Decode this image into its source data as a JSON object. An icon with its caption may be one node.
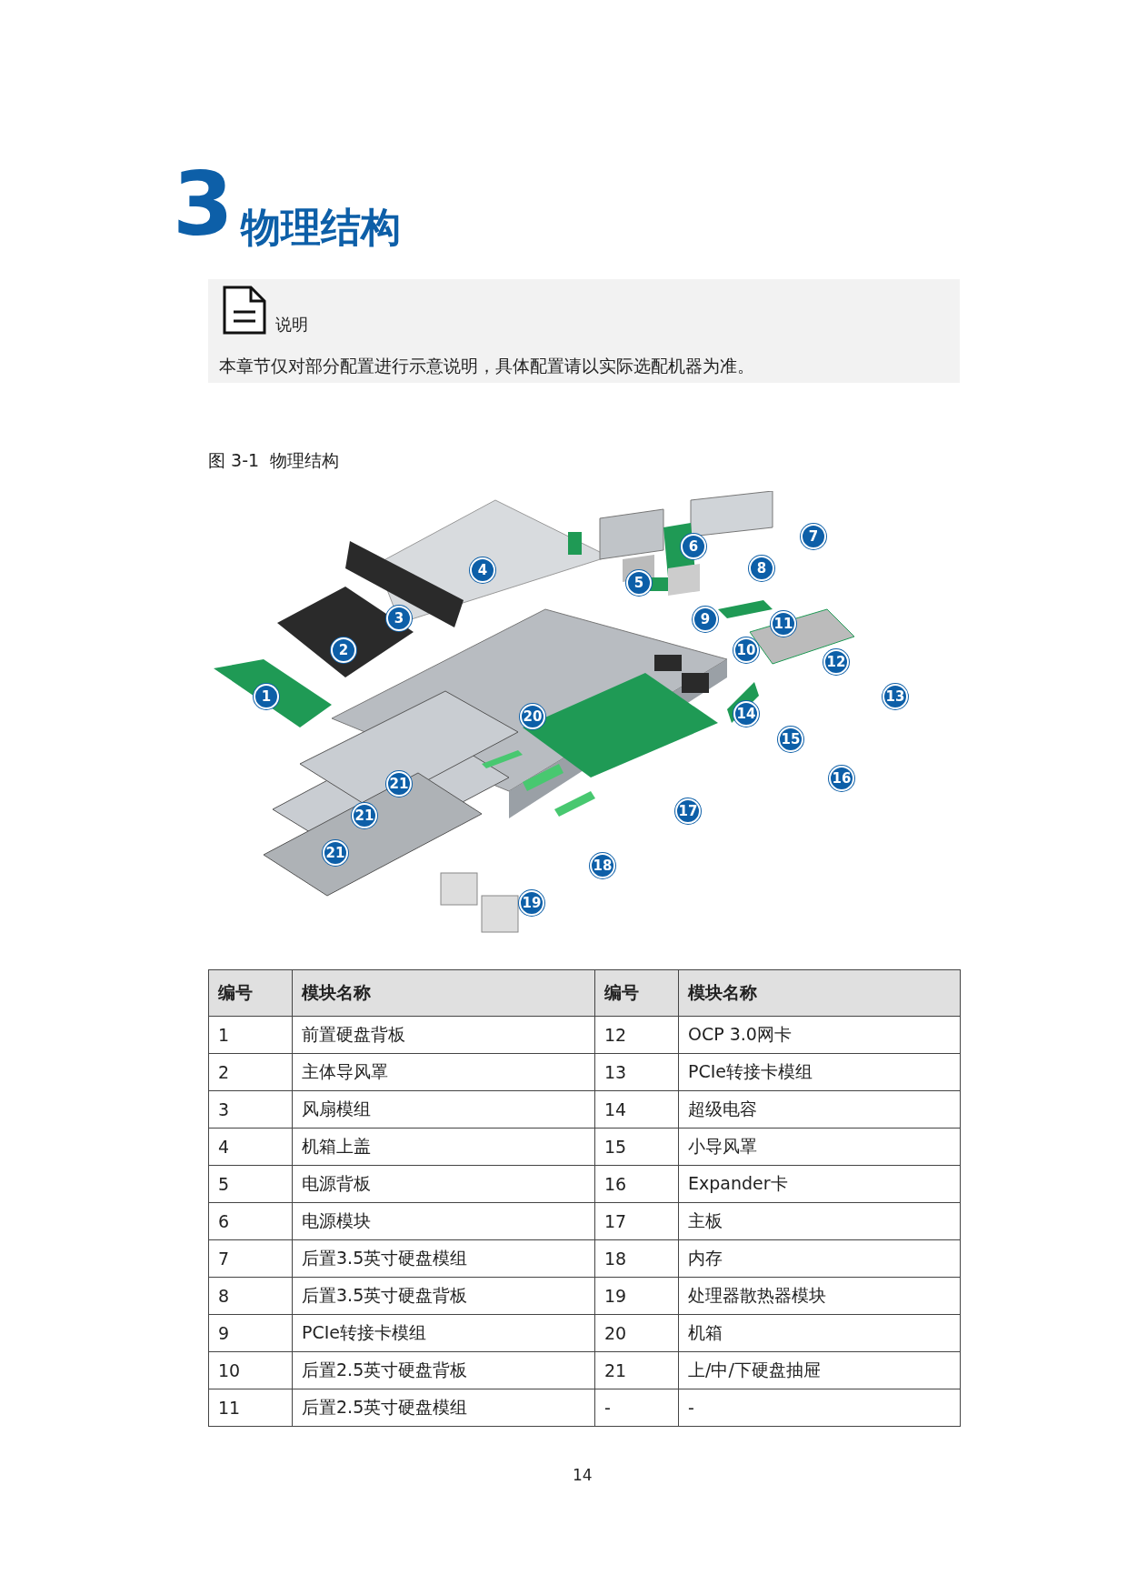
{
  "diagram": {
    "title": "物理结构",
    "caption": "图 3-1  物理结构",
    "labels": [
      "3",
      "说明",
      "本章节仅对部分配置进行示意说明，具体配置请以实际选配机器为准。",
      "6",
      "7",
      "4",
      "5",
      "8",
      "3",
      "9",
      "11",
      "2",
      "10",
      "12",
      "1",
      "13",
      "20",
      "14",
      "15",
      "21",
      "16",
      "21",
      "17",
      "21",
      "18",
      "19",
      "编号",
      "模块名称",
      "编号",
      "模块名称",
      "1",
      "前置硬盘背板",
      "12",
      "OCP 3.0网卡",
      "2",
      "主体导风罩",
      "13",
      "PCIe转接卡模组",
      "3",
      "风扇模组",
      "14",
      "超级电容",
      "4",
      "机箱上盖",
      "15",
      "小导风罩",
      "5",
      "电源背板",
      "16",
      "Expander卡",
      "6",
      "电源模块",
      "17",
      "主板",
      "7",
      "后置3.5英寸硬盘模组",
      "18",
      "内存",
      "8",
      "后置3.5英寸硬盘背板",
      "19",
      "处理器散热器模块",
      "9",
      "PCIe转接卡模组",
      "20",
      "机箱",
      "10",
      "后置2.5英寸硬盘背板",
      "21",
      "上/中/下硬盘抽屉",
      "11",
      "后置2.5英寸硬盘模组",
      "-",
      "-",
      "14"
    ]
  }
}
